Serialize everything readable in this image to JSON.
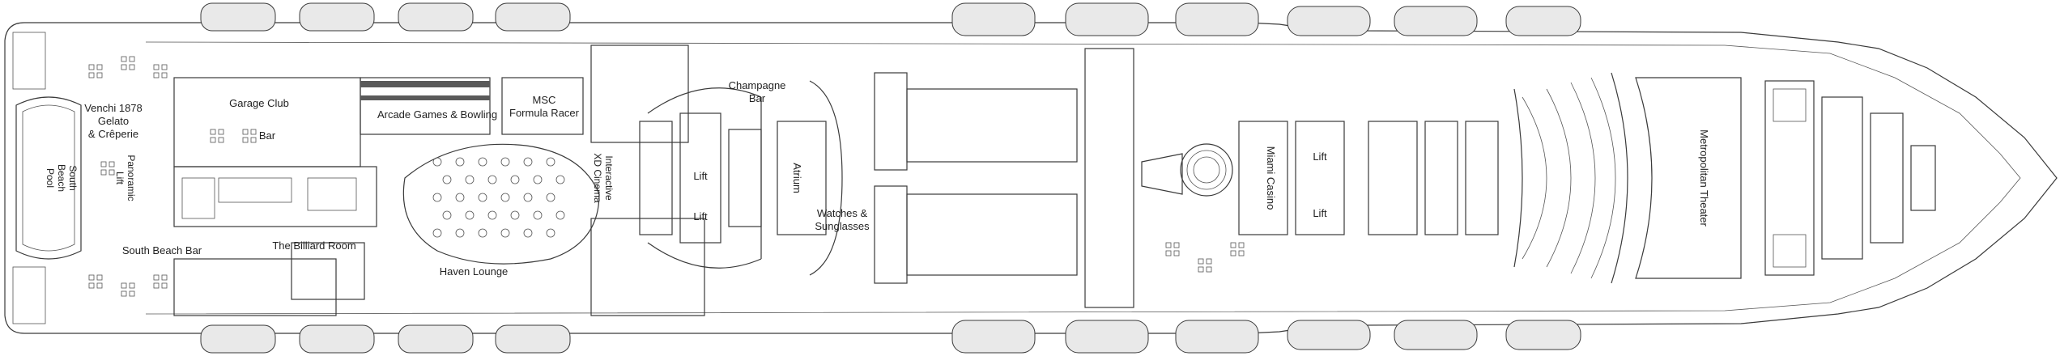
{
  "labels": {
    "venchi": [
      "Venchi 1878",
      "Gelato",
      "& Crêperie"
    ],
    "garage_club": "Garage Club",
    "bar": "Bar",
    "arcade": "Arcade Games & Bowling",
    "msc_formula": [
      "MSC",
      "Formula Racer"
    ],
    "interactive_cinema": [
      "Interactive",
      "XD Cinema"
    ],
    "champagne_bar": [
      "Champagne",
      "Bar"
    ],
    "lift": "Lift",
    "atrium": "Atrium",
    "watches": [
      "Watches &",
      "Sunglasses"
    ],
    "miami_casino": "Miami Casino",
    "metropolitan_theater": "Metropolitan Theater",
    "south_beach_pool": [
      "South",
      "Beach",
      "Pool"
    ],
    "panoramic_lift": [
      "Panoramic",
      "Lift"
    ],
    "south_beach_bar": "South Beach Bar",
    "billiard_room": "The Billiard Room",
    "haven_lounge": "Haven Lounge"
  },
  "colors": {
    "line": "#3a3a3a",
    "fill": "#e9e9e9",
    "background": "#ffffff"
  },
  "icons": {
    "lifeboat": "lifeboat-icon",
    "seating": "seating-icon",
    "star-table": "star-table-icon"
  }
}
